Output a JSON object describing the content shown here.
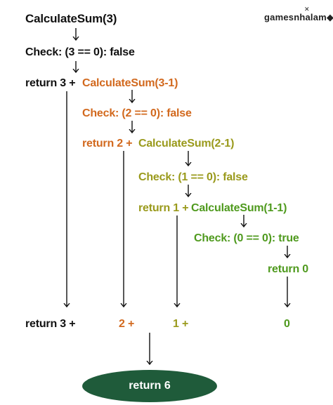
{
  "logo": {
    "text": "gamesnhalam",
    "glyph": "✕",
    "end": "◆"
  },
  "root_call": "CalculateSum(3)",
  "levels": [
    {
      "check": "Check: (3 == 0): false",
      "ret_prefix": "return 3 +",
      "call": "CalculateSum(3-1)",
      "color": "#111111"
    },
    {
      "check": "Check: (2 == 0): false",
      "ret_prefix": "return 2 +",
      "call": "CalculateSum(2-1)",
      "color": "#d2691e"
    },
    {
      "check": "Check: (1 == 0): false",
      "ret_prefix": "return 1 +",
      "call": "CalculateSum(1-1)",
      "color": "#9a9a1c"
    },
    {
      "check": "Check: (0 == 0): true",
      "ret": "return 0",
      "color": "#4f9a1e"
    }
  ],
  "summary": {
    "s0": "return 3 +",
    "s1": "2 +",
    "s2": "1 +",
    "s3": "0"
  },
  "result": "return 6",
  "colors": {
    "black": "#111111",
    "orange": "#d2691e",
    "olive": "#9a9a1c",
    "green": "#4f9a1e",
    "pill": "#1f5b3a"
  }
}
